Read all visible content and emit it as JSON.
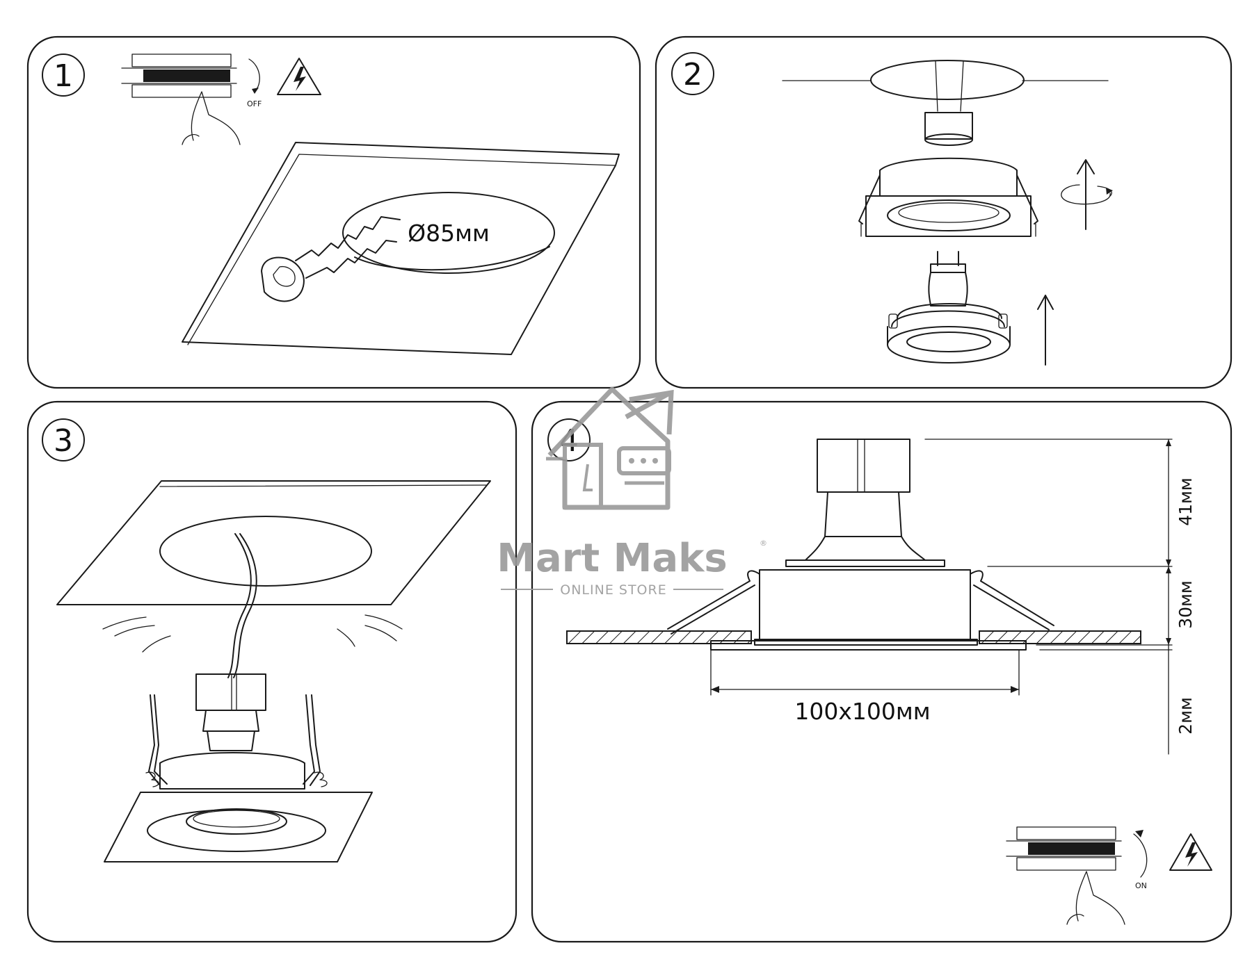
{
  "steps": {
    "step1": {
      "number": "1",
      "hole_diameter": "Ø85мм",
      "switch_state": "OFF"
    },
    "step2": {
      "number": "2"
    },
    "step3": {
      "number": "3"
    },
    "step4": {
      "number": "4",
      "height_dimensions": [
        "41мм",
        "30мм",
        "2мм"
      ],
      "frame_size": "100x100мм",
      "switch_state": "ON"
    }
  },
  "watermark": {
    "brand": "Mart Maks",
    "registered_mark": "®",
    "tagline": "ONLINE STORE",
    "color": "#9a9a9a"
  }
}
